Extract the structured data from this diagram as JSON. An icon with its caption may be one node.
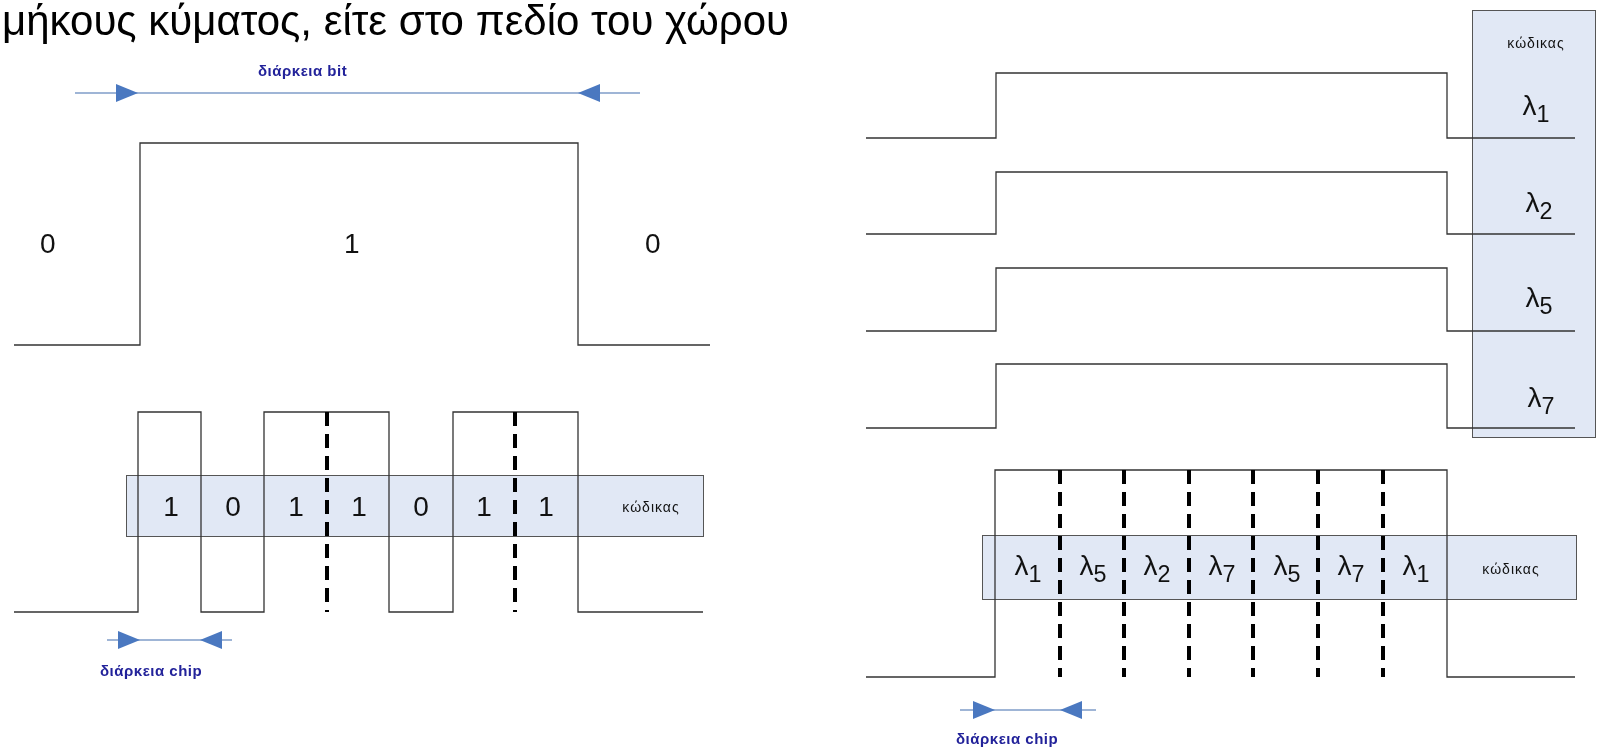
{
  "diagram": {
    "nodes": [
      {
        "text": [
          "1",
          "0",
          "1",
          "1",
          "0",
          "1",
          "1",
          "κώδικας"
        ]
      },
      {
        "text": [
          "κώδικας",
          "λ$_{1}$",
          "λ$_{2}$",
          "λ$_{5}$",
          "λ$_{7}$"
        ]
      },
      {
        "text": [
          "λ$_{1}$",
          "λ$_{5}$",
          "λ$_{2}$",
          "λ$_{7}$",
          "λ$_{5}$",
          "λ$_{7}$",
          "λ$_{1}$",
          "κώδικας"
        ]
      }
    ],
    "labels": [
      "μήκους κύματος, είτε στο πεδίο του χώρου",
      "διάρκεια bit",
      "0",
      "1",
      "0",
      "διάρκεια chip",
      "διάρκεια chip"
    ]
  }
}
